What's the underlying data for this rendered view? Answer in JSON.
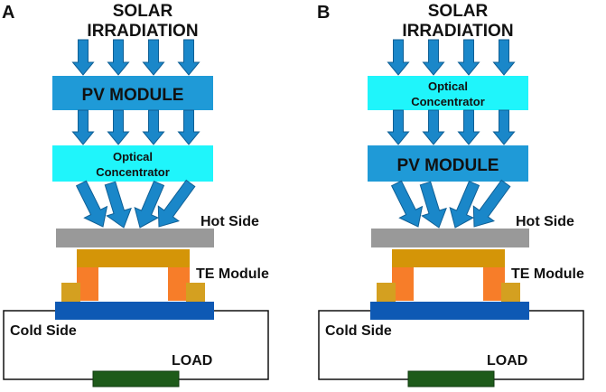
{
  "panels": [
    {
      "letter": "A",
      "source": [
        "SOLAR",
        "IRRADIATION"
      ],
      "box1": {
        "lines": [
          "PV MODULE"
        ],
        "color": "#1f9ad7"
      },
      "box2": {
        "lines": [
          "Optical",
          "Concentrator"
        ],
        "color": "#1ff5fb"
      },
      "hot_side": "Hot Side",
      "te_module": "TE Module",
      "cold_side": "Cold Side",
      "load": "LOAD"
    },
    {
      "letter": "B",
      "source": [
        "SOLAR",
        "IRRADIATION"
      ],
      "box1": {
        "lines": [
          "Optical",
          "Concentrator"
        ],
        "color": "#1ff5fb"
      },
      "box2": {
        "lines": [
          "PV MODULE"
        ],
        "color": "#1f9ad7"
      },
      "hot_side": "Hot Side",
      "te_module": "TE Module",
      "cold_side": "Cold Side",
      "load": "LOAD"
    }
  ],
  "colors": {
    "arrow": "#1a87c9",
    "arrow_edge": "#0f5f95",
    "hot_plate": "#999999",
    "te_top": "#d49508",
    "te_leg": "#f77d29",
    "te_foot": "#d4a020",
    "cold_plate": "#0e59b4",
    "load": "#1e5b1a",
    "wire": "#111111"
  }
}
